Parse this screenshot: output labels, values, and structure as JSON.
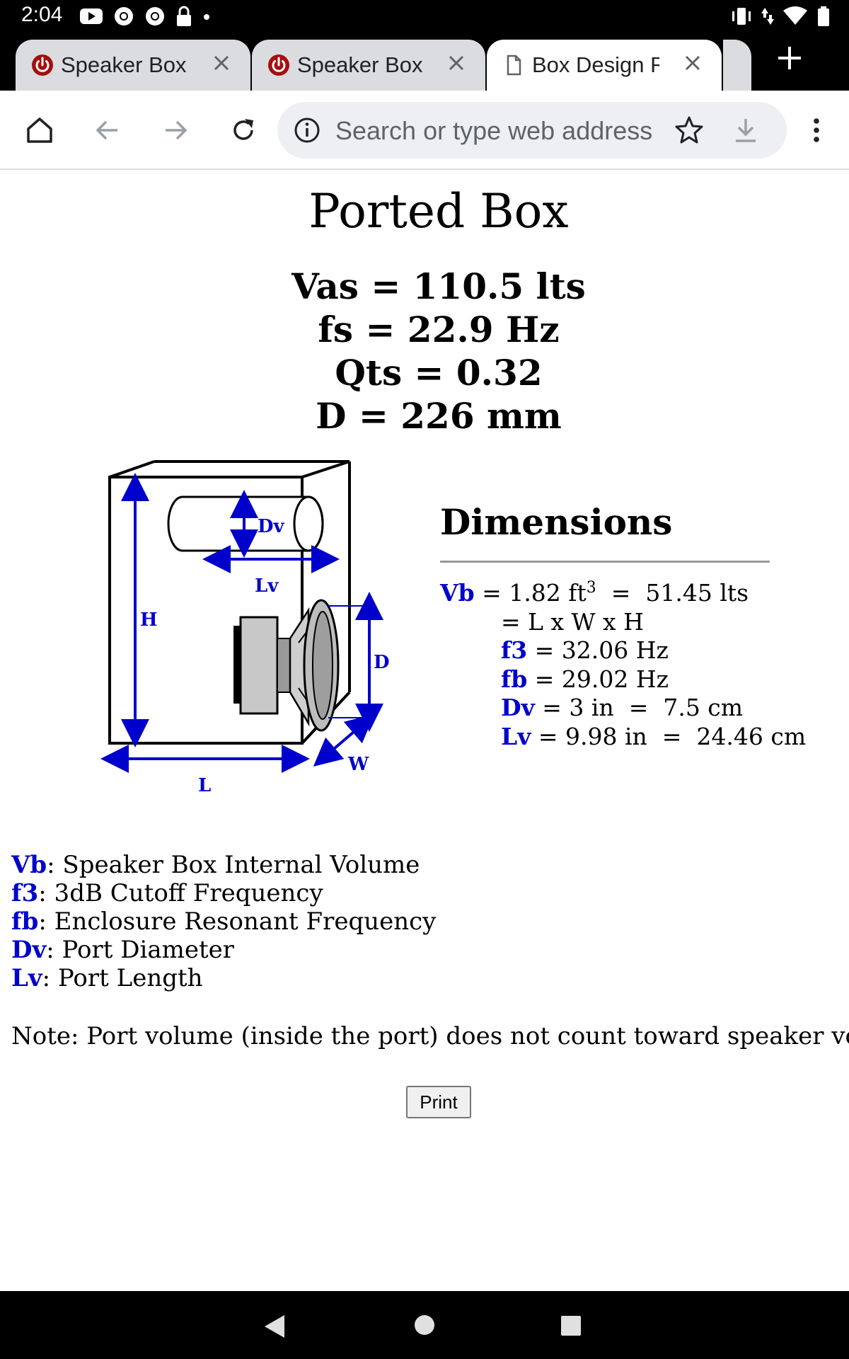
{
  "status_bar": {
    "time": "2:04"
  },
  "tabs": [
    {
      "label": "Speaker Box V",
      "active": false,
      "icon": "power-icon"
    },
    {
      "label": "Speaker Box E",
      "active": false,
      "icon": "power-icon"
    },
    {
      "label": "Box Design Re",
      "active": true,
      "icon": "page-icon"
    }
  ],
  "toolbar": {
    "address_placeholder": "Search or type web address"
  },
  "page": {
    "title": "Ported Box",
    "params": [
      "Vas = 110.5 lts",
      "fs = 22.9 Hz",
      "Qts = 0.32",
      "D = 226 mm"
    ],
    "diagram_labels": {
      "dv": "Dv",
      "lv": "Lv",
      "h": "H",
      "d": "D",
      "w": "W",
      "l": "L"
    },
    "dimensions": {
      "title": "Dimensions",
      "vb_key": "Vb",
      "vb_value": " = 1.82 ft",
      "vb_sup": "3",
      "vb_tail": "  =  51.45 lts",
      "lwh": "= L x W x H",
      "f3_key": "f3",
      "f3_value": " = 32.06 Hz",
      "fb_key": "fb",
      "fb_value": " = 29.02 Hz",
      "dv_key": "Dv",
      "dv_value": " = 3 in  =  7.5 cm",
      "lv_key": "Lv",
      "lv_value": " = 9.98 in  =  24.46 cm"
    },
    "legend": [
      {
        "key": "Vb",
        "text": ": Speaker Box Internal Volume"
      },
      {
        "key": "f3",
        "text": ": 3dB Cutoff Frequency"
      },
      {
        "key": "fb",
        "text": ": Enclosure Resonant Frequency"
      },
      {
        "key": "Dv",
        "text": ": Port Diameter"
      },
      {
        "key": "Lv",
        "text": ": Port Length"
      }
    ],
    "note": "Note: Port volume (inside the port) does not count toward speaker volume.",
    "print_label": "Print"
  },
  "colors": {
    "accent_blue": "#0000cc",
    "tab_inactive": "#dadce0",
    "omnibox_bg": "#eeeff3",
    "power_red": "#a50e0e"
  }
}
